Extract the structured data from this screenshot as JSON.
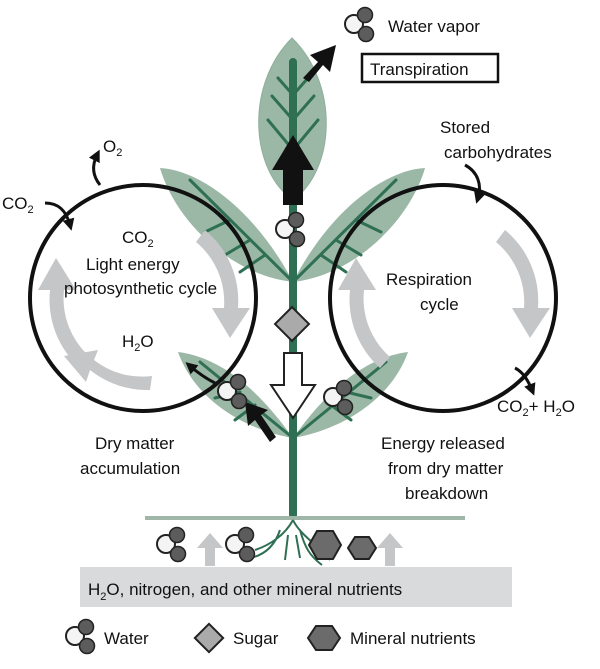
{
  "labels": {
    "water_vapor": "Water vapor",
    "transpiration": "Transpiration",
    "o2": "O",
    "o2_sub": "2",
    "co2_left": "CO",
    "co2_left_sub": "2",
    "inner_co2": "CO",
    "inner_co2_sub": "2",
    "light_energy": "Light energy",
    "photosynthetic_cycle": "photosynthetic cycle",
    "inner_h2o_a": "H",
    "inner_h2o_sub": "2",
    "inner_h2o_b": "O",
    "stored_1": "Stored",
    "stored_2": "carbohydrates",
    "respiration_1": "Respiration",
    "respiration_2": "cycle",
    "out_co2": "CO",
    "out_co2_sub": "2",
    "out_plus_h": "+ H",
    "out_h2o_sub": "2",
    "out_o": "O",
    "dry_1": "Dry matter",
    "dry_2": "accumulation",
    "energy_1": "Energy released",
    "energy_2": "from dry matter",
    "energy_3": "breakdown",
    "soil_h": "H",
    "soil_sub": "2",
    "soil_rest": "O, nitrogen, and other mineral nutrients"
  },
  "legend": {
    "water": "Water",
    "sugar": "Sugar",
    "minerals": "Mineral nutrients"
  },
  "colors": {
    "leaf_fill": "#9bb8a6",
    "stem": "#2f6f53",
    "vein": "#2f6f53",
    "cycle_arrow": "#c4c6c8",
    "soil_bar": "#d9dadb",
    "ground_line": "#9fb6a8"
  }
}
